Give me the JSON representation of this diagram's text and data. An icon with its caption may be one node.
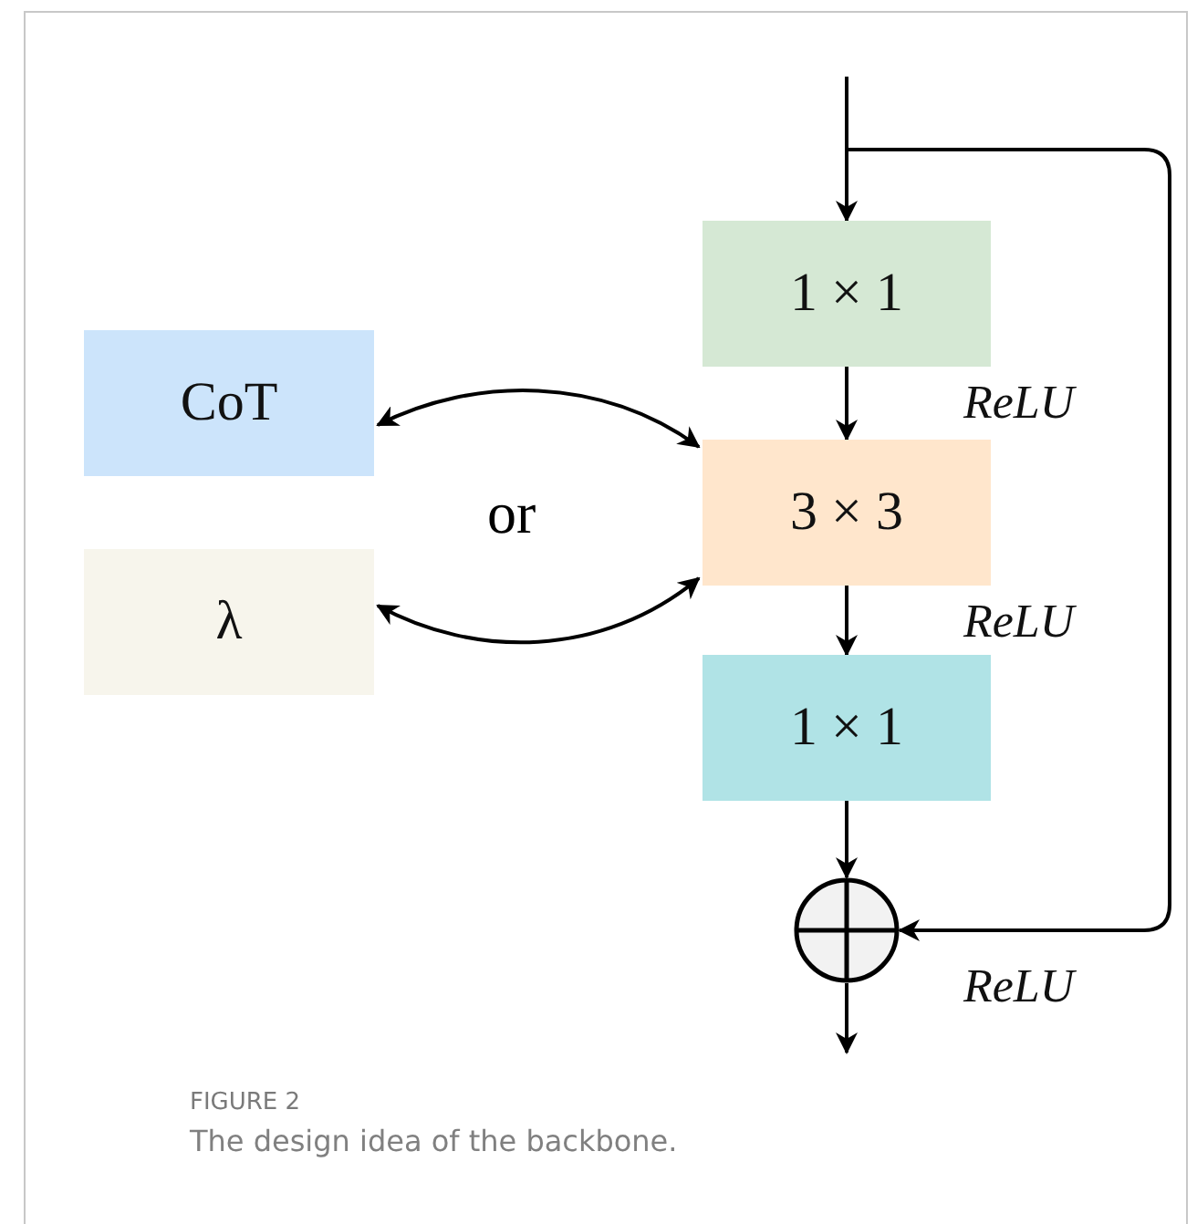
{
  "diagram": {
    "caption": "The design idea of the backbone.",
    "nodes": [
      {
        "text": [
          "CoT"
        ]
      },
      {
        "text": [
          "λ"
        ]
      },
      {
        "text": [
          "1 × 1"
        ],
        "beside": [
          "ReLU"
        ]
      },
      {
        "text": [
          "3 × 3"
        ],
        "beside": [
          "ReLU"
        ]
      },
      {
        "text": [
          "1 × 1"
        ]
      },
      {
        "text": [],
        "shape": "circle",
        "beside": [
          "ReLU"
        ]
      }
    ],
    "edges": [
      {
        "from": null,
        "to": 2,
        "arrow": "to"
      },
      {
        "from": null,
        "to": 5,
        "arrow": "to"
      },
      {
        "from": 2,
        "to": 3,
        "arrow": "to"
      },
      {
        "from": 3,
        "to": 4,
        "arrow": "to"
      },
      {
        "from": 4,
        "to": 5,
        "arrow": "to"
      },
      {
        "from": 5,
        "to": null,
        "arrow": "to"
      },
      {
        "from": 0,
        "to": 3,
        "arrow": "both"
      },
      {
        "from": 1,
        "to": 3,
        "arrow": "both"
      }
    ],
    "labels": [
      "or",
      "FIGURE 2"
    ]
  }
}
